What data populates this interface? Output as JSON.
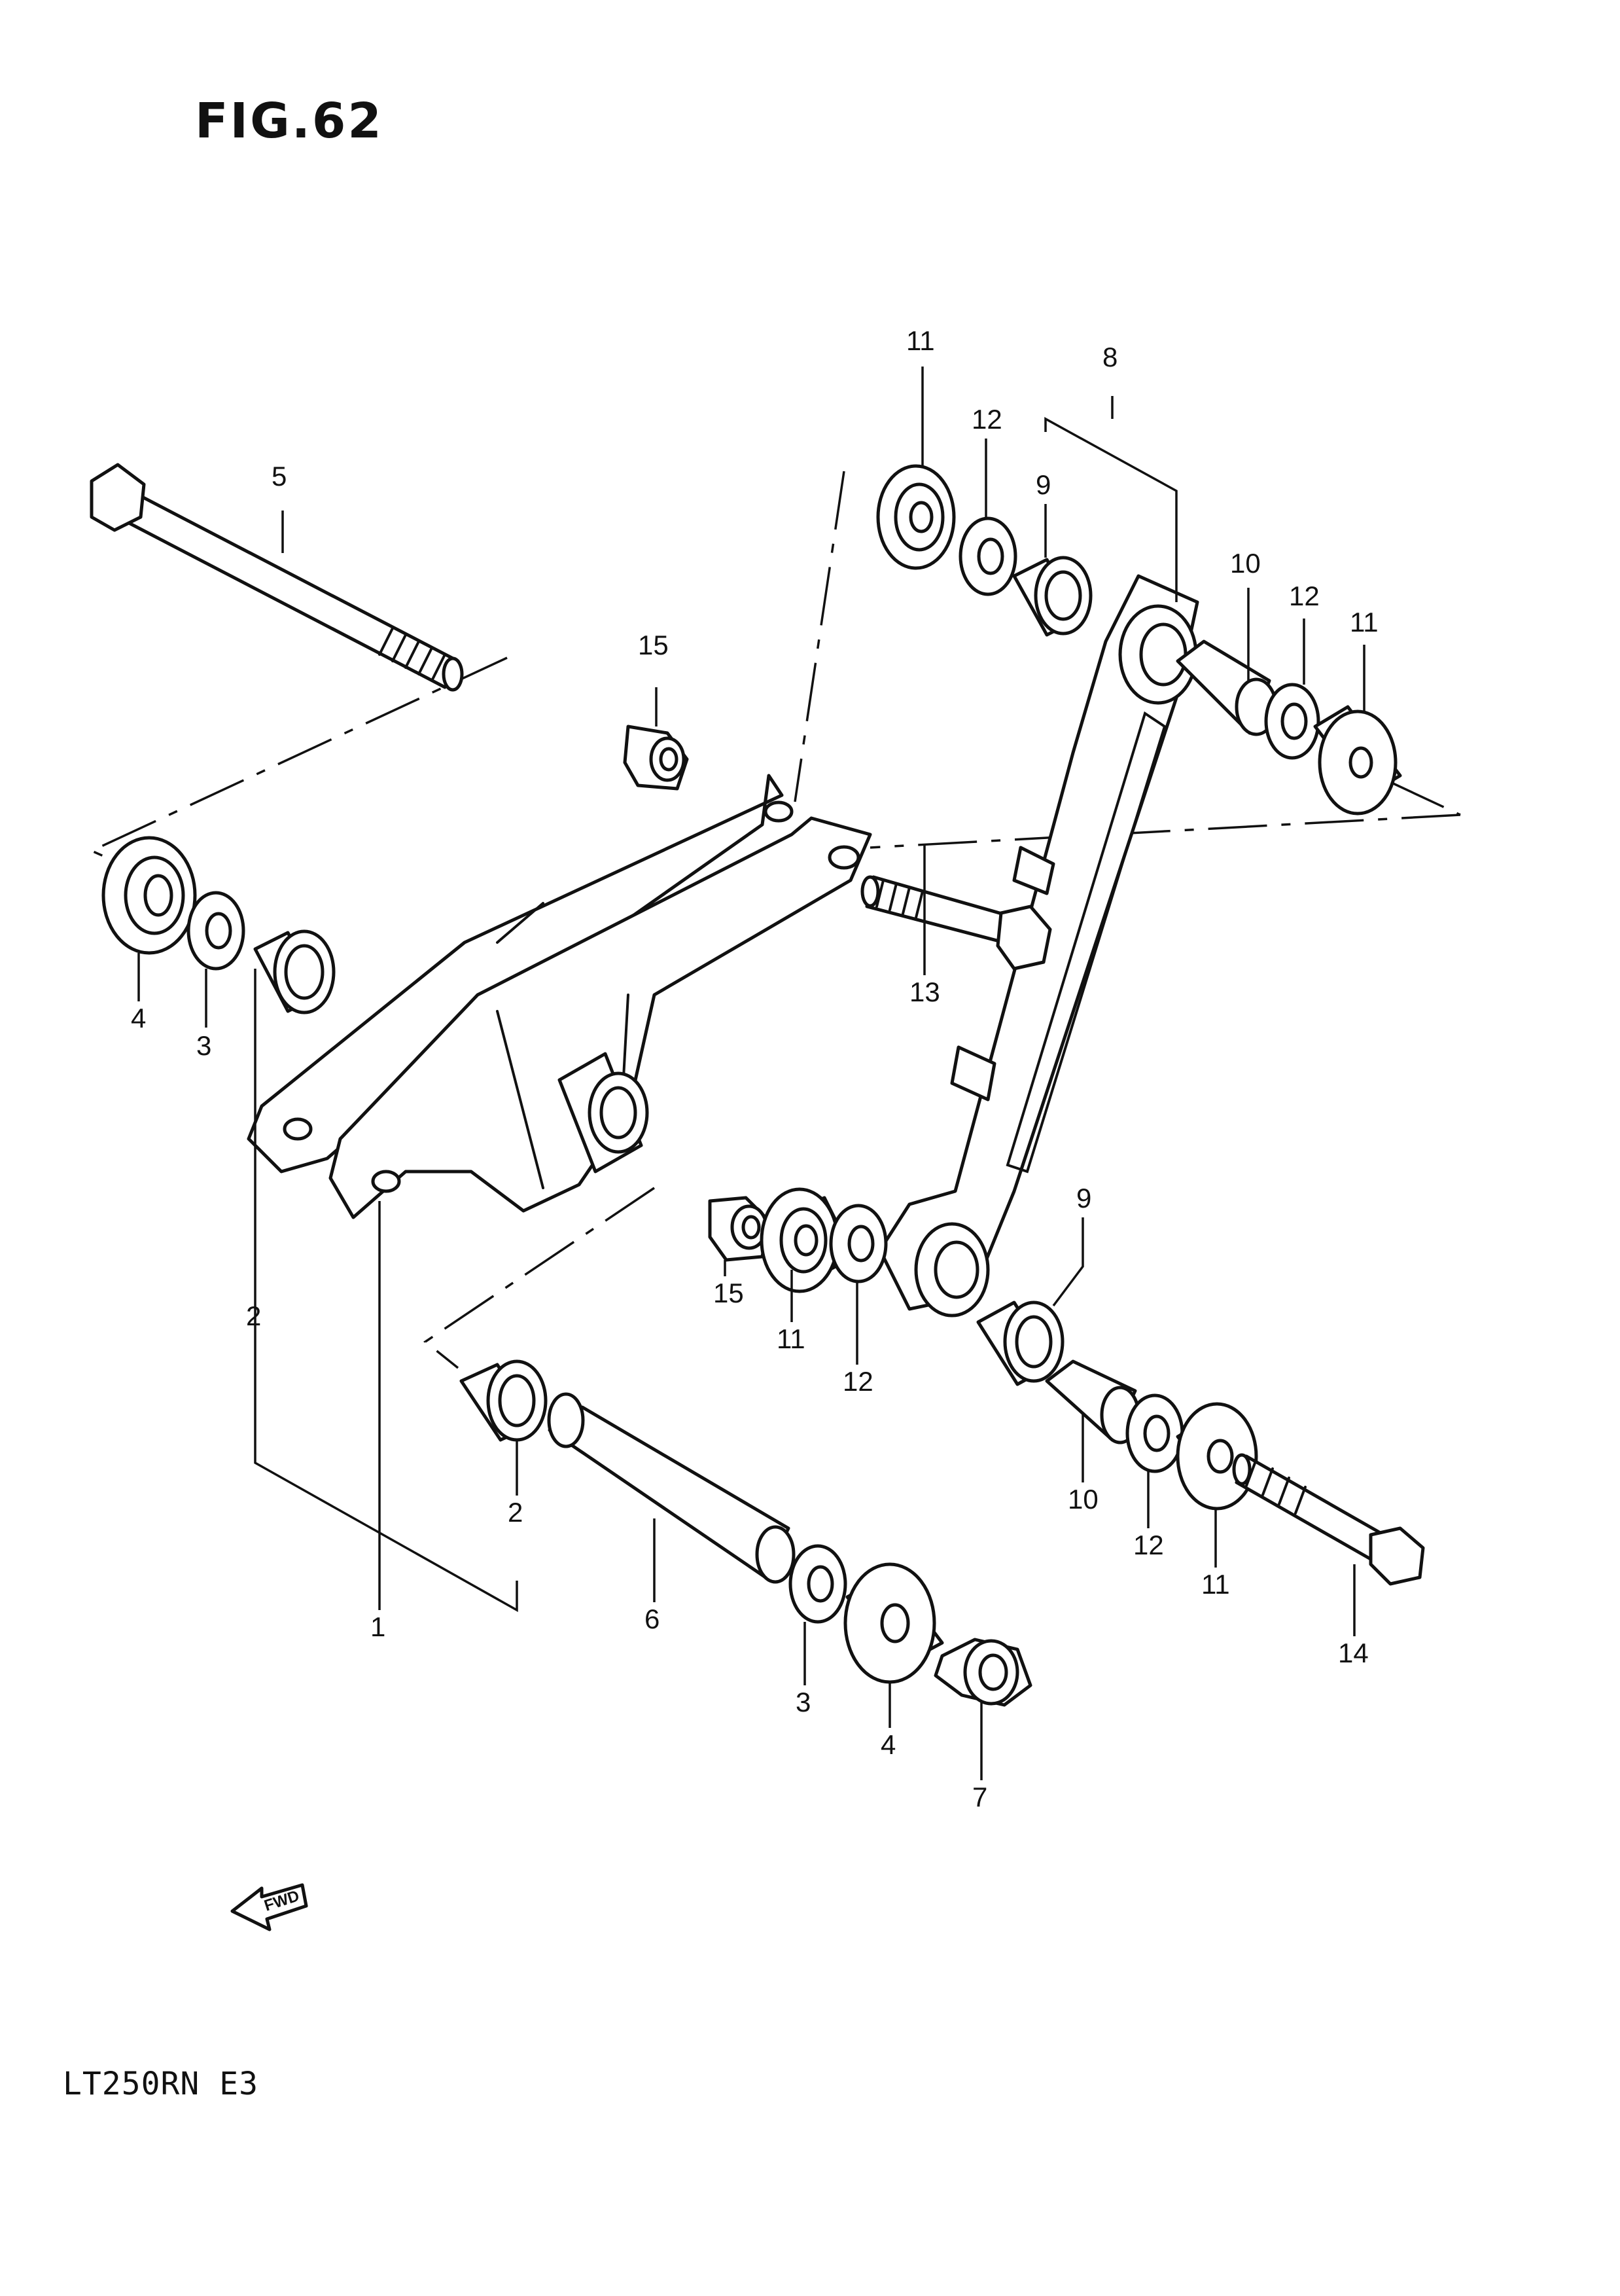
{
  "figure": {
    "title": "FIG.62",
    "model_code": "LT250RN  E3",
    "fwd_label": "FWD"
  },
  "callouts": [
    {
      "key": "c1",
      "text": "1"
    },
    {
      "key": "c2a",
      "text": "2"
    },
    {
      "key": "c2b",
      "text": "2"
    },
    {
      "key": "c3a",
      "text": "3"
    },
    {
      "key": "c3b",
      "text": "3"
    },
    {
      "key": "c4a",
      "text": "4"
    },
    {
      "key": "c4b",
      "text": "4"
    },
    {
      "key": "c5",
      "text": "5"
    },
    {
      "key": "c6",
      "text": "6"
    },
    {
      "key": "c7",
      "text": "7"
    },
    {
      "key": "c8",
      "text": "8"
    },
    {
      "key": "c9a",
      "text": "9"
    },
    {
      "key": "c9b",
      "text": "9"
    },
    {
      "key": "c10a",
      "text": "10"
    },
    {
      "key": "c10b",
      "text": "10"
    },
    {
      "key": "c11a",
      "text": "11"
    },
    {
      "key": "c11b",
      "text": "11"
    },
    {
      "key": "c11c",
      "text": "11"
    },
    {
      "key": "c11d",
      "text": "11"
    },
    {
      "key": "c12a",
      "text": "12"
    },
    {
      "key": "c12b",
      "text": "12"
    },
    {
      "key": "c12c",
      "text": "12"
    },
    {
      "key": "c12d",
      "text": "12"
    },
    {
      "key": "c13",
      "text": "13"
    },
    {
      "key": "c14",
      "text": "14"
    },
    {
      "key": "c15a",
      "text": "15"
    },
    {
      "key": "c15b",
      "text": "15"
    }
  ]
}
